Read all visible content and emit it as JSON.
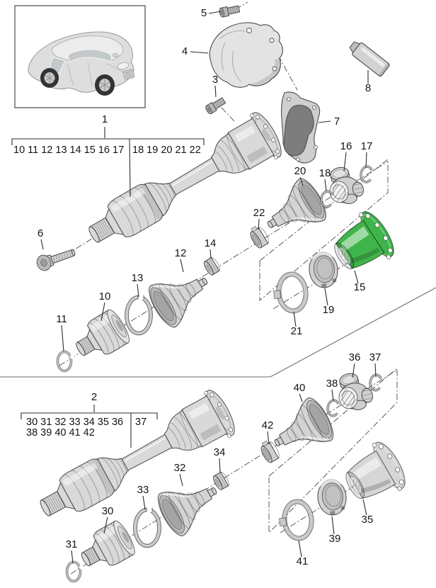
{
  "diagram": {
    "description": "Exploded parts diagram: drive shafts with CV joints, boots and joint housings; vehicle thumbnail top-left; part 15 highlighted green",
    "colors": {
      "highlight_green": "#3FB44A",
      "part_gray": "#d9d9d9",
      "line": "#333333"
    },
    "callouts": {
      "1": "1",
      "2": "2",
      "3": "3",
      "4": "4",
      "5": "5",
      "6": "6",
      "7": "7",
      "8": "8",
      "10": "10",
      "11": "11",
      "12": "12",
      "13": "13",
      "14": "14",
      "15": "15",
      "16": "16",
      "17": "17",
      "18": "18",
      "19": "19",
      "20": "20",
      "21": "21",
      "22": "22",
      "30": "30",
      "31": "31",
      "32": "32",
      "33": "33",
      "34": "34",
      "35": "35",
      "36": "36",
      "37": "37",
      "38": "38",
      "39": "39",
      "40": "40",
      "41": "41",
      "42": "42"
    },
    "ref_boxes": {
      "box1": {
        "assembly_label": "1",
        "cell_left": "10 11 12 13 14 15 16 17",
        "cell_right": "18 19 20 21 22"
      },
      "box2": {
        "assembly_label": "2",
        "cell_left_row1": "30 31 32 33 34 35 36",
        "cell_left_row2": "38 39 40 41 42",
        "cell_right": "37"
      }
    }
  }
}
